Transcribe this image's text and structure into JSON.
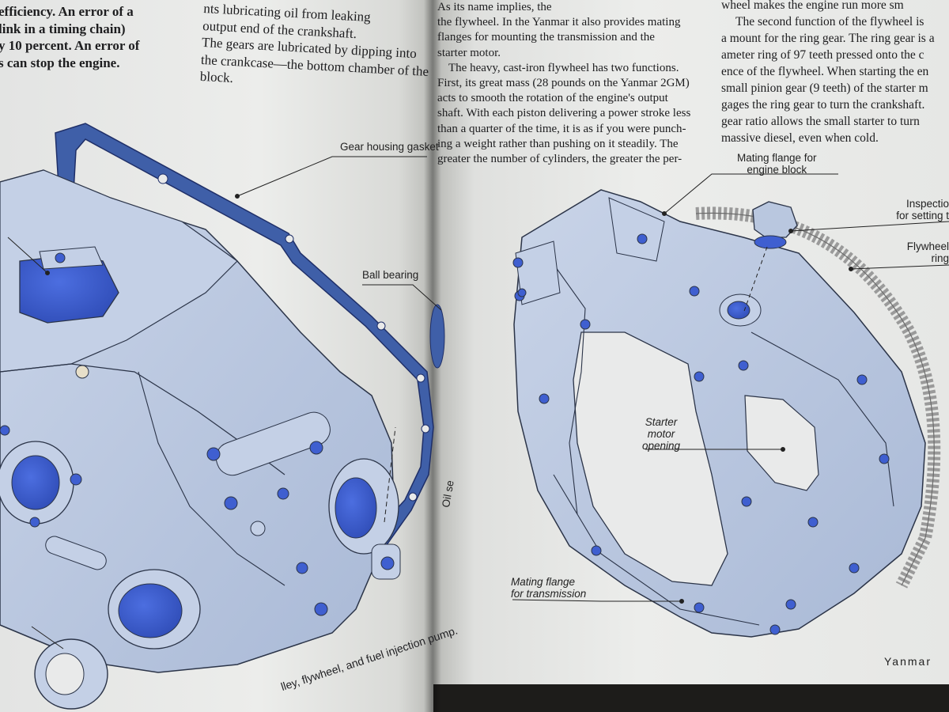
{
  "left_page": {
    "text_col1": [
      "efficiency. An error of a",
      "link in a timing chain)",
      "y 10 percent. An error of",
      "s can stop the engine."
    ],
    "text_col2": [
      "nts lubricating oil from leaking",
      "output end of the crankshaft.",
      "The gears are lubricated by dipping into",
      "the crankcase—the bottom chamber of the",
      "block."
    ],
    "labels": {
      "gear_housing_gasket": "Gear housing gasket",
      "ball_bearing": "Ball bearing",
      "oil_seal": "Oil se"
    },
    "caption": "lley, flywheel, and fuel injection pump."
  },
  "right_page": {
    "text_col1": [
      "As its name implies, the",
      "the flywheel. In the Yanmar it also provides mating",
      "flanges for mounting the transmission and the",
      "starter motor.",
      "The heavy, cast-iron flywheel has two functions.",
      "First, its great mass (28 pounds on the Yanmar 2GM)",
      "acts to smooth the rotation of the engine's output",
      "shaft. With each piston delivering a power stroke less",
      "than a quarter of the time, it is as if you were punch-",
      "ing a weight rather than pushing on it steadily. The",
      "greater the number of cylinders, the greater the per-"
    ],
    "text_col2": [
      "wheel makes the engine run more sm",
      "The second function of the flywheel is",
      "a mount for the ring gear. The ring gear is a",
      "ameter ring of 97 teeth pressed onto the c",
      "ence of the flywheel. When starting the en",
      "small pinion gear (9 teeth) of the starter m",
      "gages the ring gear to turn the crankshaft.",
      "gear ratio allows the small starter to turn",
      "massive diesel, even when cold."
    ],
    "labels": {
      "mating_flange_engine": [
        "Mating flange for",
        "engine block"
      ],
      "inspection": [
        "Inspectio",
        "for setting t"
      ],
      "flywheel_ring": [
        "Flywheel",
        "ring"
      ],
      "starter_opening": [
        "Starter",
        "motor",
        "opening"
      ],
      "mating_flange_transmission": [
        "Mating flange",
        "for transmission"
      ]
    },
    "footer": "Yanmar"
  },
  "colors": {
    "paper": "#e9eaea",
    "part_fill": "#b9c7df",
    "part_shadow": "#98a9c8",
    "hole_fill": "#3f5fd0",
    "gasket": "#3f5fa8",
    "outline": "#2b3448"
  }
}
